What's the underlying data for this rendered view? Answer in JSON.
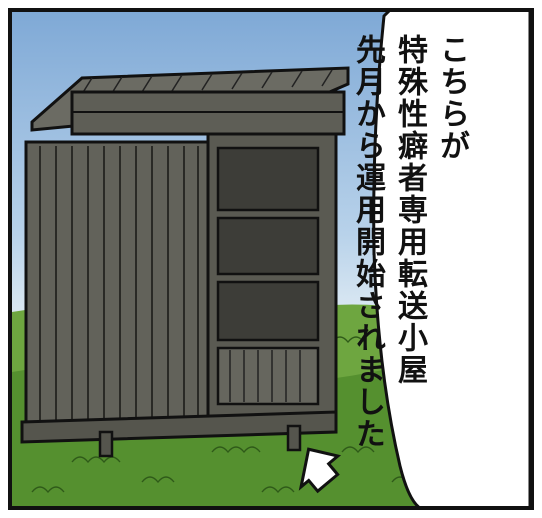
{
  "comic_panel": {
    "speech_lines": [
      "こちらが",
      "特殊性癖者専用転送小屋",
      "先月から運用開始されました"
    ],
    "colors": {
      "sky_top": "#7fa9d6",
      "grass": "#5f9a3a",
      "shed": "#5a5a52",
      "ink": "#111111"
    },
    "icons": [
      "shed-illustration",
      "pointing-arrow"
    ]
  }
}
